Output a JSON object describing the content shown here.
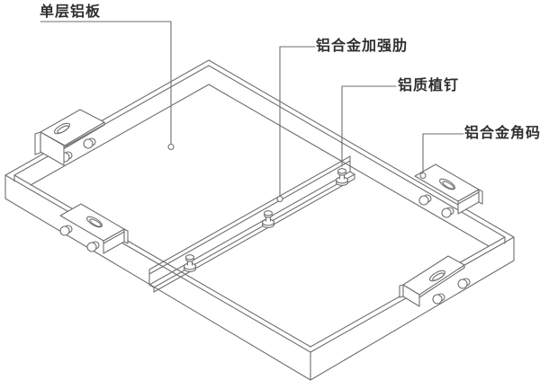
{
  "diagram": {
    "labels": {
      "panel": "单层铝板",
      "rib": "铝合金加强肋",
      "stud": "铝质植钉",
      "bracket": "铝合金角码"
    },
    "colors": {
      "line": "#6e6e6e",
      "text": "#2f2f2f",
      "background": "#ffffff"
    }
  }
}
